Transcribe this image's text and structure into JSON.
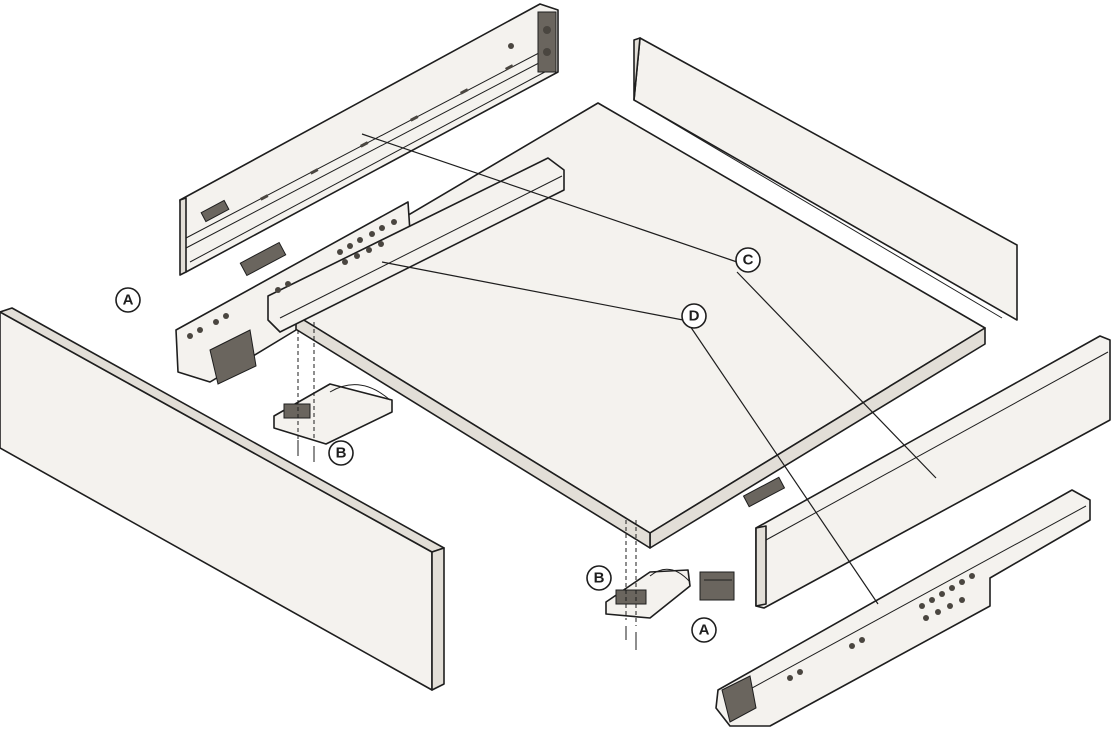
{
  "labels": {
    "a_left": "A",
    "a_right": "A",
    "b_left": "B",
    "b_right": "B",
    "c": "C",
    "d": "D"
  },
  "colors": {
    "stroke": "#1e1e1e",
    "panel_fill": "#f4f2ee",
    "panel_edge": "#e2ded7",
    "background": "#ffffff"
  }
}
